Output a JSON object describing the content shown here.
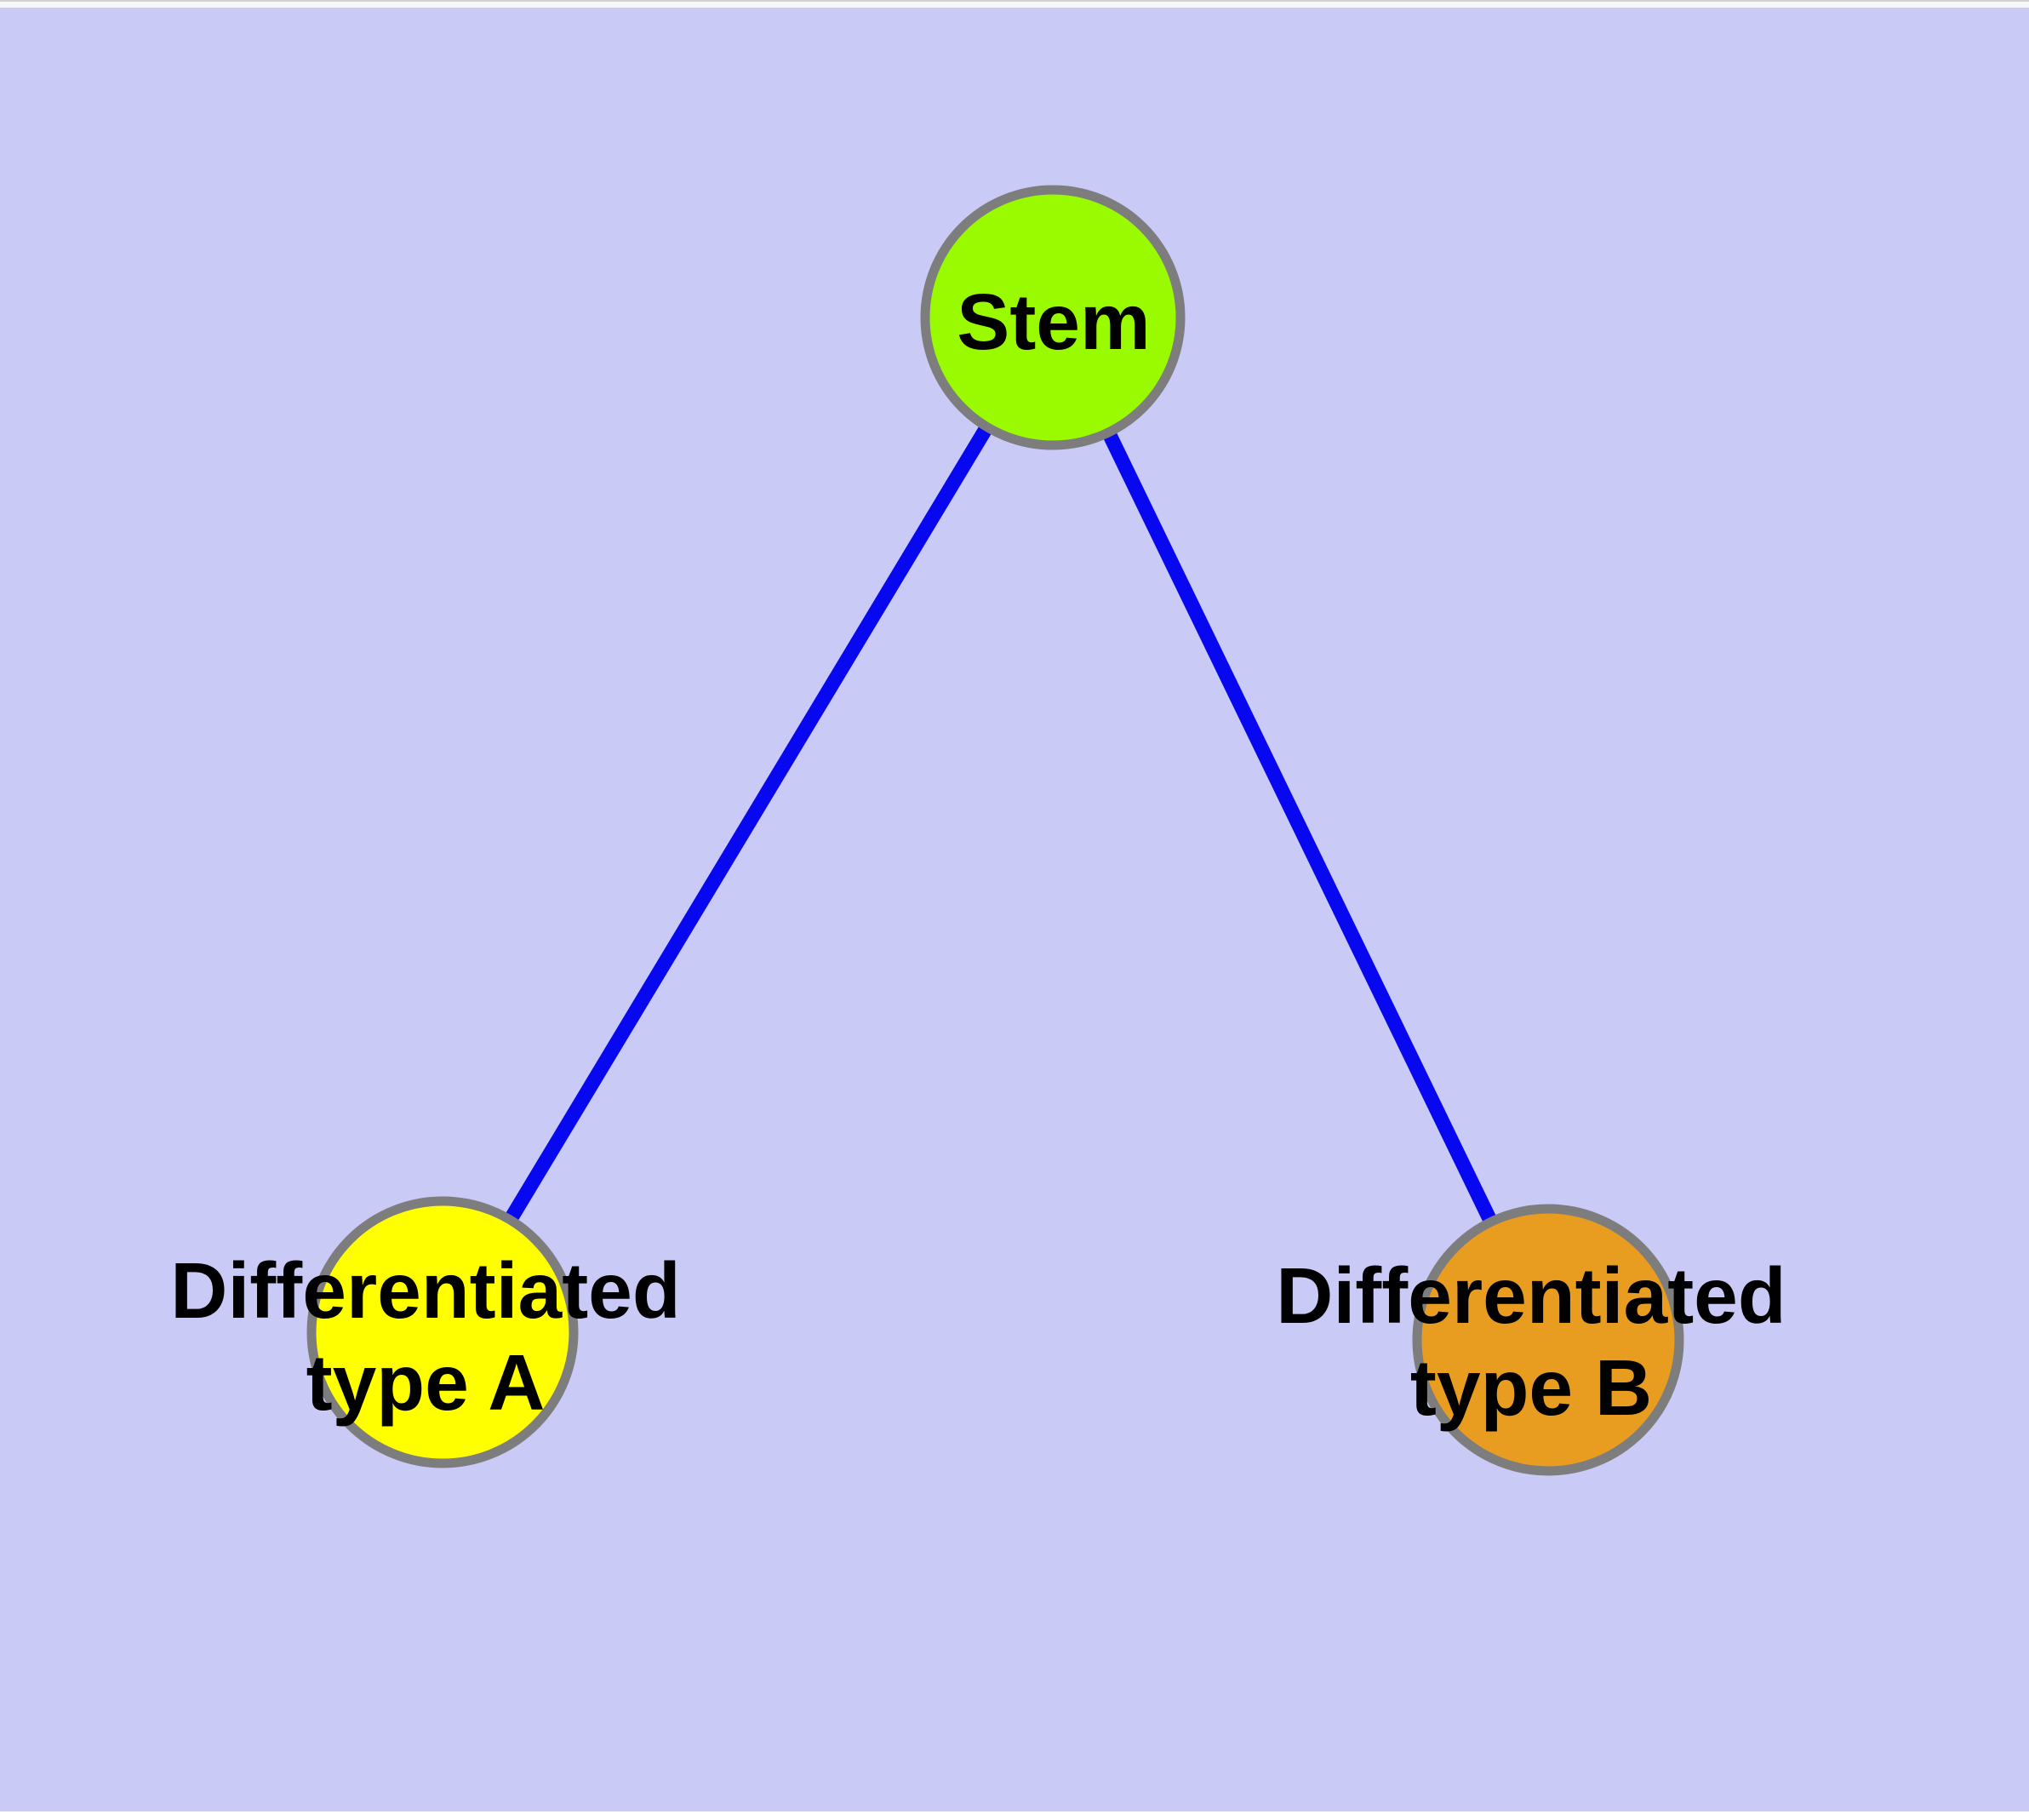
{
  "diagram": {
    "title": "",
    "background_color": "#cacaf7",
    "edge_color": "#0808f0",
    "node_border_color": "#7d7d7d",
    "label_color": "#000000",
    "nodes": {
      "stem": {
        "id": "stem",
        "label": "Stem",
        "fill": "#9afb00"
      },
      "type_a": {
        "id": "type_a",
        "label_line1": "Differentiated",
        "label_line2": "type A",
        "fill": "#ffff00"
      },
      "type_b": {
        "id": "type_b",
        "label_line1": "Differentiated",
        "label_line2": "type B",
        "fill": "#e89c20"
      }
    },
    "edges": [
      {
        "from": "stem",
        "to": "type_a"
      },
      {
        "from": "stem",
        "to": "type_b"
      }
    ]
  },
  "chrome": {
    "top_hairline_color": "#d2d2d2",
    "top_band_color": "#f6f6fb",
    "bottom_band_color": "#ffffff"
  }
}
